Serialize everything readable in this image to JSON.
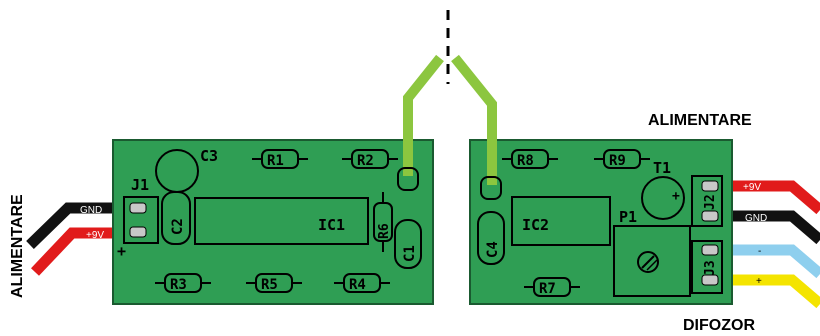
{
  "labels": {
    "power_left": "ALIMENTARE",
    "power_right": "ALIMENTARE",
    "speaker": "DIFOZOR"
  },
  "wires": {
    "gnd": "GND",
    "plus9v": "+9V",
    "minus": "-",
    "plus": "+"
  },
  "polarity": {
    "j1_plus": "+",
    "c_plus": "+"
  },
  "components": {
    "J1": "J1",
    "C3": "C3",
    "C2": "C2",
    "R1": "R1",
    "R2": "R2",
    "R3": "R3",
    "R4": "R4",
    "R5": "R5",
    "R6": "R6",
    "R7": "R7",
    "R8": "R8",
    "R9": "R9",
    "C1": "C1",
    "C4": "C4",
    "IC1": "IC1",
    "IC2": "IC2",
    "T1": "T1",
    "P1": "P1",
    "J2": "J2",
    "J3": "J3"
  },
  "colors": {
    "board": "#2f9e54",
    "antenna": "#8cc63f",
    "red_wire": "#e11b1b",
    "black_wire": "#111111",
    "blue_wire": "#8ecfee",
    "yellow_wire": "#f4e400",
    "pad": "#c8c8c8"
  }
}
